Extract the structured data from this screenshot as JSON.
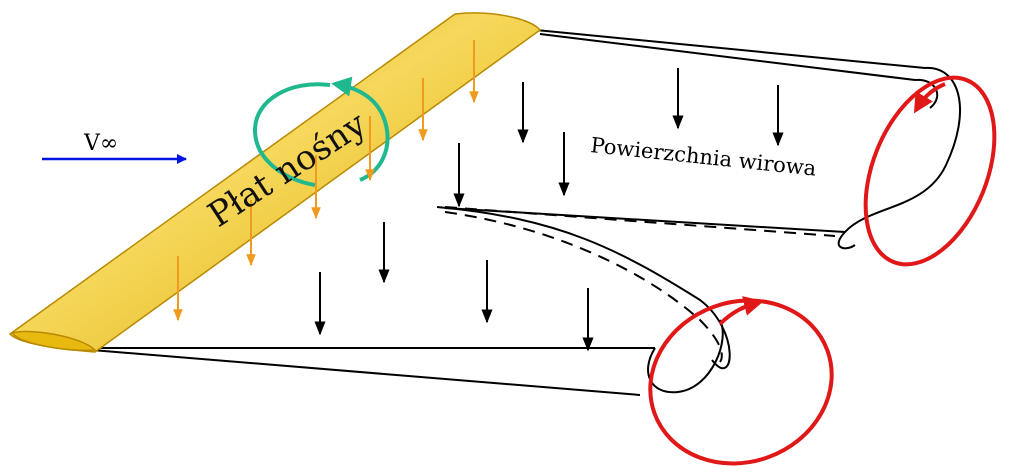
{
  "labels": {
    "freestream": "V∞",
    "wing": "Płat nośny",
    "vortex_sheet": "Powierzchnia wirowa"
  },
  "colors": {
    "wing_fill": "#e8b90f",
    "wing_highlight": "#f6d75a",
    "wing_dark": "#b98a00",
    "lift_arrows": "#f09a1e",
    "downwash_arrows": "#000000",
    "freestream_arrow": "#0014e6",
    "circulation": "#1fb88f",
    "tip_vortex": "#e01818"
  }
}
